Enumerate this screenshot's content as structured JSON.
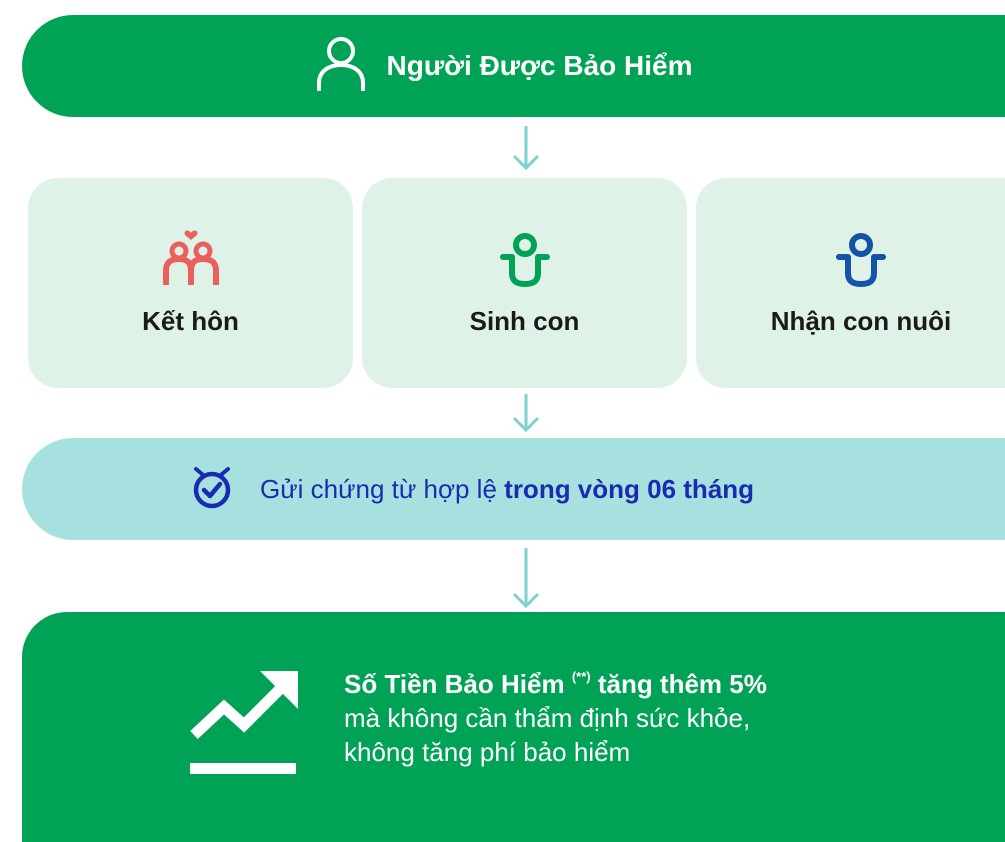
{
  "header": {
    "title": "Người Được Bảo Hiểm",
    "icon": "person-icon"
  },
  "events": [
    {
      "label": "Kết hôn",
      "icon": "couple-icon",
      "color": "#e8615d"
    },
    {
      "label": "Sinh con",
      "icon": "baby-icon",
      "color": "#00a356"
    },
    {
      "label": "Nhận con nuôi",
      "icon": "baby-icon",
      "color": "#1553a8"
    }
  ],
  "deadline": {
    "prefix": "Gửi chứng từ hợp lệ ",
    "emphasis": "trong vòng 06 tháng",
    "icon": "stopwatch-icon"
  },
  "result": {
    "heading_start": "Số Tiền Bảo Hiểm",
    "note_mark": "(**)",
    "heading_end": "tăng thêm 5%",
    "line2": "mà không cần thẩm định sức khỏe,",
    "line3": "không tăng phí bảo hiểm",
    "icon": "growth-chart-icon"
  },
  "colors": {
    "green": "#00a356",
    "light_green": "#dff2e8",
    "teal": "#a6e1e0",
    "navy": "#1a2bb0",
    "arrow": "#7fd0d0"
  }
}
